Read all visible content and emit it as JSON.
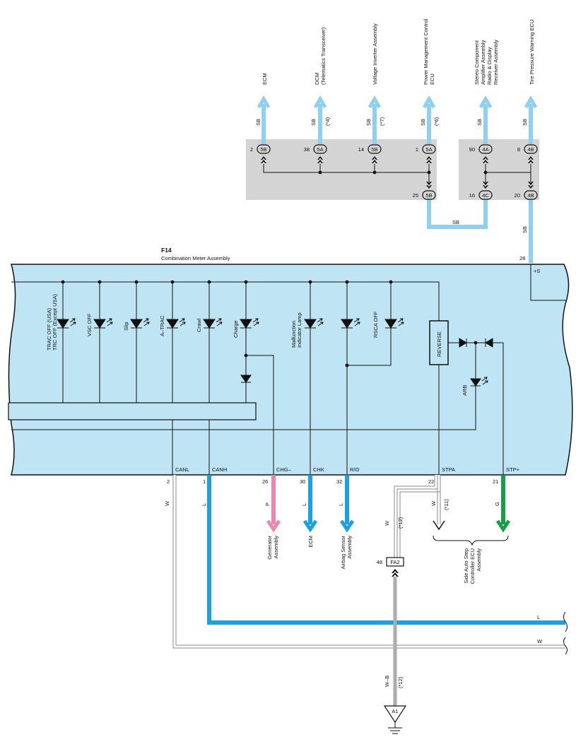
{
  "colors": {
    "meter_fill": "#bfe4f4",
    "junction_fill": "#d4d4d4",
    "wire_SB": "#8dd1ee",
    "wire_L": "#1ba1e2",
    "wire_P": "#ee86b3",
    "wire_G": "#14a047",
    "wire_W": "#ffffff",
    "wire_outline": "#8a8a8a",
    "line": "#111111"
  },
  "top_destinations": [
    {
      "label": "ECM",
      "wire": "SB",
      "note": "",
      "pin": "2",
      "connector": "5B"
    },
    {
      "label": "DCM (Telematics Transceiver)",
      "line1": "DCM",
      "line2": "(Telematics Transceiver)",
      "wire": "SB",
      "note": "(*4)",
      "pin": "38",
      "connector": "5A"
    },
    {
      "label": "Voltage Inverter Assembly",
      "wire": "SB",
      "note": "(*7)",
      "pin": "14",
      "connector": "5B"
    },
    {
      "label": "Power Management Control ECU",
      "line1": "Power Management Control",
      "line2": "ECU",
      "wire": "SB",
      "note": "(*6)",
      "pin": "1",
      "connector": "5A"
    },
    {
      "label": "Stereo Component Amplifier Assembly Radio & Display Receiver Assembly",
      "line1": "Stereo Component",
      "line2": "Amplifier Assembly",
      "line3": "Radio & Display",
      "line4": "Receiver Assembly",
      "wire": "SB",
      "note": "",
      "pin": "90",
      "connector": "4A"
    },
    {
      "label": "Tire Pressure Warning ECU",
      "wire": "SB",
      "note": "",
      "pin": "8",
      "connector": "4B"
    }
  ],
  "junction_lower": [
    {
      "pin": "25",
      "connector": "5B"
    },
    {
      "pin": "16",
      "connector": "4C"
    },
    {
      "pin": "20",
      "connector": "4B"
    }
  ],
  "link_wire": "SB",
  "meter_feed": {
    "wire": "SB",
    "pin": "28",
    "terminal": "+S"
  },
  "meter": {
    "id": "F14",
    "name": "Combination Meter Assembly"
  },
  "indicators": [
    {
      "line1": "TRAC OFF (USA)",
      "line2": "TRC OFF (Except USA)"
    },
    {
      "line1": "VSC OFF",
      "line2": ""
    },
    {
      "line1": "Slip",
      "line2": ""
    },
    {
      "line1": "A–TRAC",
      "line2": ""
    },
    {
      "line1": "Crawl",
      "line2": ""
    },
    {
      "line1": "Charge",
      "line2": ""
    },
    {
      "line1": "Malfunction",
      "line2": "Indicator Lamp"
    },
    {
      "line1": "",
      "line2": ""
    },
    {
      "line1": "RSCA OFF",
      "line2": ""
    }
  ],
  "reverse_label": "REVERSE",
  "arb_label": "ARB",
  "terminals": [
    {
      "name": "CANL",
      "pin": "2",
      "wire": "W"
    },
    {
      "name": "CANH",
      "pin": "1",
      "wire": "L"
    },
    {
      "name": "CHG–",
      "pin": "26",
      "wire": "P",
      "dest": "Generator Assembly",
      "dest1": "Generator",
      "dest2": "Assembly"
    },
    {
      "name": "CHK",
      "pin": "30",
      "wire": "L",
      "dest": "ECM"
    },
    {
      "name": "R/O",
      "pin": "32",
      "wire": "L",
      "dest": "Airbag Sensor Assembly",
      "dest1": "Airbag Sensor",
      "dest2": "Assembly"
    },
    {
      "name": "",
      "pin": "22",
      "wire": "W",
      "note": "(*12)"
    },
    {
      "name": "STPA",
      "pin": "",
      "wire": "W",
      "note": "(*11)"
    },
    {
      "name": "STP+",
      "pin": "21",
      "wire": "G"
    }
  ],
  "side_step": {
    "line1": "Side Auto Step",
    "line2": "Controller ECU",
    "line3": "Assembly"
  },
  "fa2": {
    "pin": "48",
    "connector": "FA2"
  },
  "ground": {
    "wire": "W–B",
    "note": "(*12)",
    "id": "A1"
  },
  "bus_right": {
    "l": "L",
    "w": "W"
  }
}
